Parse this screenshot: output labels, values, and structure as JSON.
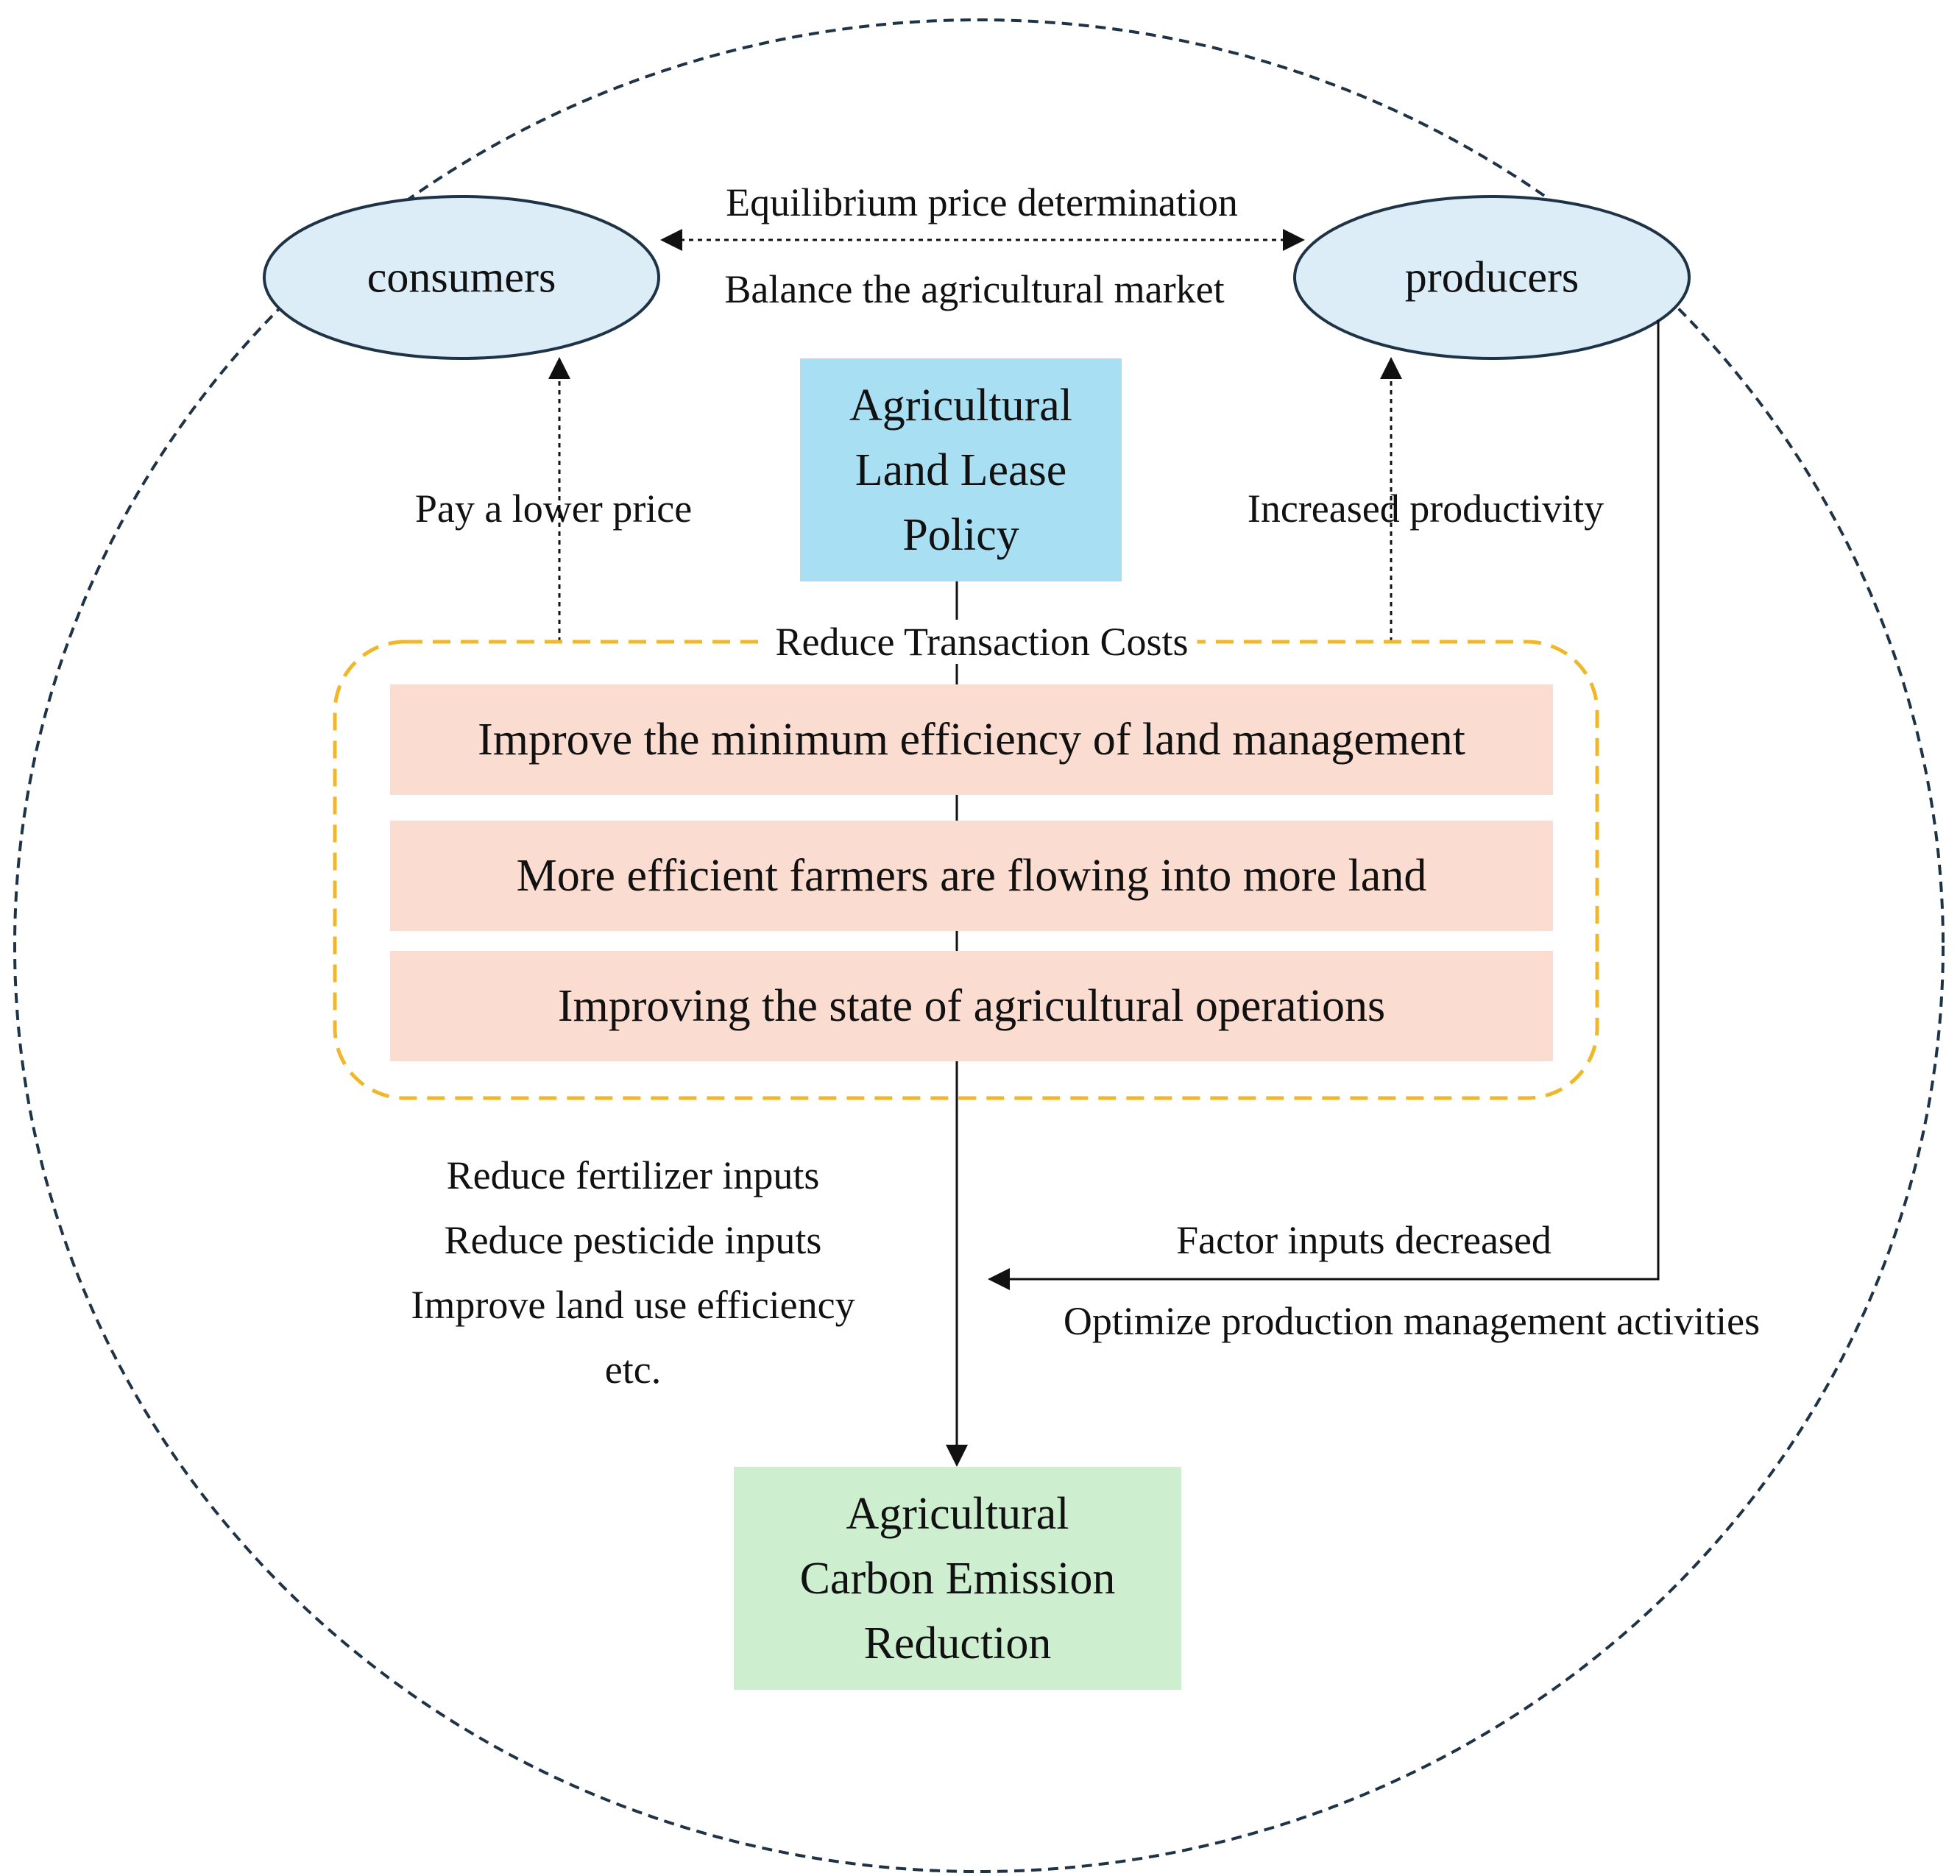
{
  "diagram": {
    "top_nodes": {
      "consumers": "consumers",
      "producers": "producers"
    },
    "market_link": {
      "top": "Equilibrium price determination",
      "bottom": "Balance the agricultural market"
    },
    "policy": {
      "lines": [
        "Agricultural",
        "Land Lease",
        "Policy"
      ],
      "color": "#a8dff2"
    },
    "left_effect": "Pay a lower price",
    "right_effect": "Increased productivity",
    "band": {
      "title": "Reduce Transaction Costs",
      "border_color": "#f0b72a",
      "items": [
        "Improve the minimum efficiency of land management",
        "More efficient farmers are flowing into more land",
        "Improving the state of agricultural operations"
      ],
      "item_color": "#fadcd0"
    },
    "mechanisms": [
      "Reduce fertilizer inputs",
      "Reduce pesticide inputs",
      "Improve land use efficiency",
      "etc."
    ],
    "producer_path": {
      "top": "Factor inputs decreased",
      "bottom": "Optimize production management activities"
    },
    "outcome": {
      "lines": [
        "Agricultural",
        "Carbon Emission",
        "Reduction"
      ],
      "color": "#cdefd0"
    },
    "colors": {
      "ellipse_fill": "#dcedf8",
      "outline": "#1f3347"
    }
  }
}
